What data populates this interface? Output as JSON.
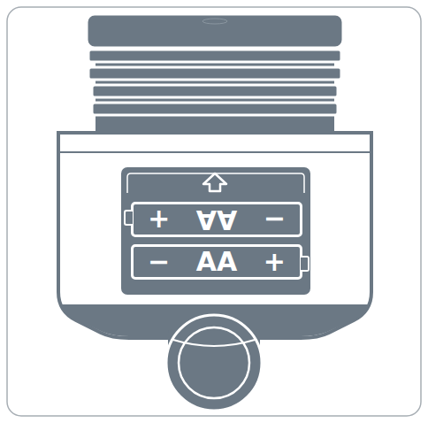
{
  "diagram": {
    "nodes": [
      {
        "text": [
          "−",
          "AA",
          "+"
        ]
      },
      {
        "text": [
          "−",
          "AA",
          "+"
        ]
      }
    ]
  }
}
